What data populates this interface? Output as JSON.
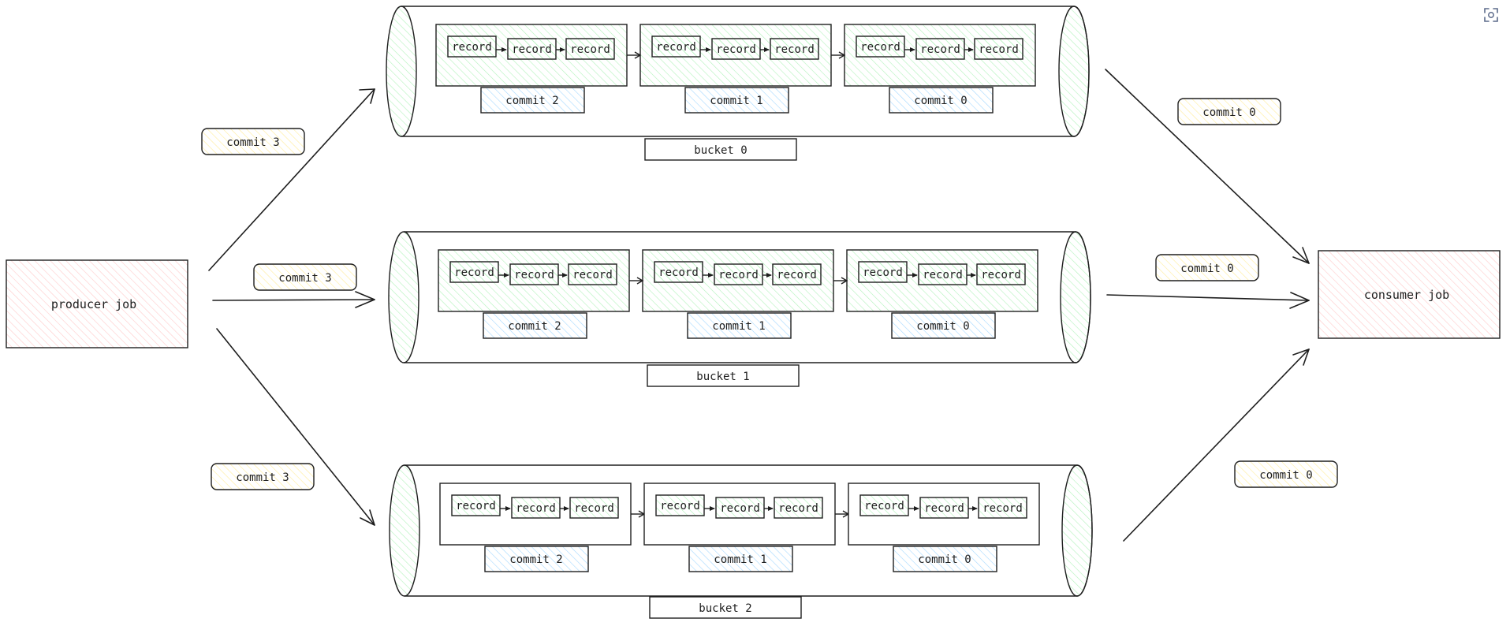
{
  "producer": {
    "label": "producer job"
  },
  "consumer": {
    "label": "consumer job"
  },
  "record_label": "record",
  "buckets": [
    {
      "label": "bucket 0",
      "commits": [
        "commit 2",
        "commit 1",
        "commit 0"
      ]
    },
    {
      "label": "bucket 1",
      "commits": [
        "commit 2",
        "commit 1",
        "commit 0"
      ]
    },
    {
      "label": "bucket 2",
      "commits": [
        "commit 2",
        "commit 1",
        "commit 0"
      ]
    }
  ],
  "incoming_tags": [
    "commit 3",
    "commit 3",
    "commit 3"
  ],
  "outgoing_tags": [
    "commit 0",
    "commit 0",
    "commit 0"
  ],
  "colors": {
    "stroke": "#1e1e1e",
    "green_hatch": "#b2f2bb",
    "blue_hatch": "#a5d8ff",
    "yellow_hatch": "#ffec99",
    "red_hatch": "#ffc9c9"
  },
  "toolbar": {
    "icon": "fit-screen-icon"
  }
}
